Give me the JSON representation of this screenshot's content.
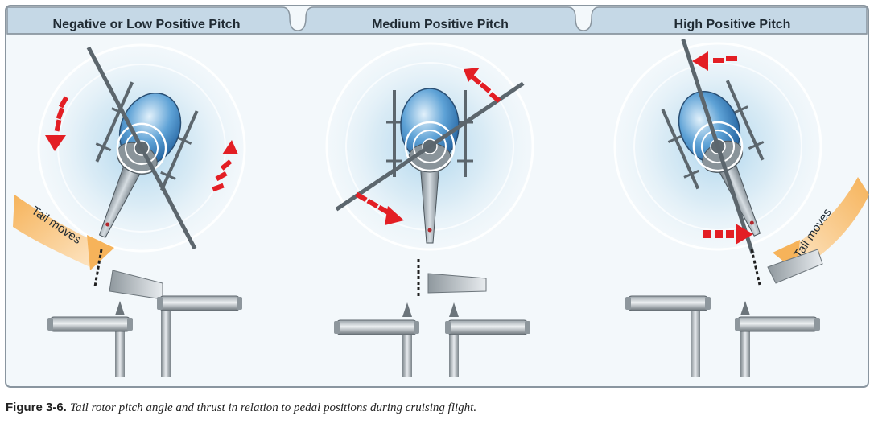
{
  "panels": [
    {
      "title": "Negative or Low Positive Pitch",
      "tail_label": "Tail moves"
    },
    {
      "title": "Medium Positive Pitch"
    },
    {
      "title": "High Positive Pitch",
      "tail_label": "Tail moves"
    }
  ],
  "caption": {
    "label": "Figure 3-6.",
    "text": "Tail rotor pitch angle and thrust in relation to pedal positions during cruising flight."
  },
  "colors": {
    "header_band": "#c5d8e6",
    "panel_bg": "#f3f8fb",
    "frame_border": "#8a96a0",
    "thrust_arrow": "#e31e24",
    "tail_arrow": "#f39a3a",
    "rotor_halo": "#cfe6f3",
    "fuselage": "#4a8fc9"
  },
  "icons": [
    "helicopter-top-view-icon",
    "rotor-rotation-arrow-icon",
    "tail-moves-arrow-icon",
    "pedal-icon"
  ]
}
